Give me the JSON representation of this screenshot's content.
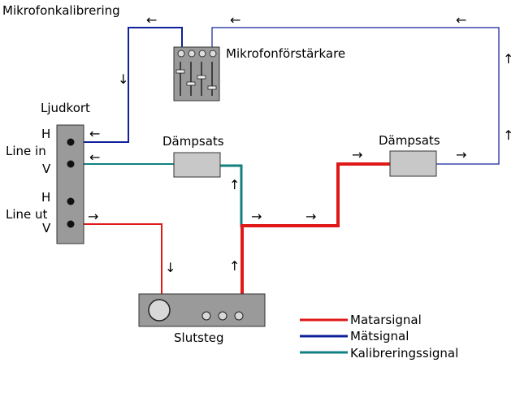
{
  "title": "Mikrofonkalibrering",
  "components": {
    "mic_amp": "Mikrofonförstärkare",
    "soundcard": "Ljudkort",
    "line_in": "Line in",
    "line_out": "Line ut",
    "ch_h": "H",
    "ch_v": "V",
    "attenuator": "Dämpsats",
    "amplifier": "Slutsteg"
  },
  "arrows": {
    "left": "←",
    "right": "→",
    "up": "↑",
    "down": "↓"
  },
  "legend": [
    {
      "label": "Matarsignal",
      "color": "#e01818"
    },
    {
      "label": "Mätsignal",
      "color": "#10209a"
    },
    {
      "label": "Kalibreringssignal",
      "color": "#138080"
    }
  ],
  "colors": {
    "feed": "#e01818",
    "measure": "#10209a",
    "calibration": "#138080",
    "device_fill": "#9a9a9a",
    "attenuator_fill": "#c8c8c8"
  }
}
